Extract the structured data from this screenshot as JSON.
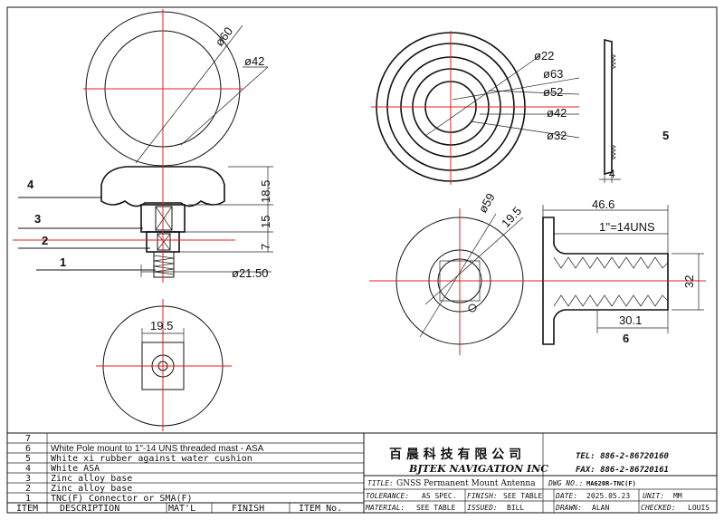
{
  "views": {
    "top_view": {
      "dim_outer": "ø60",
      "dim_inner": "ø42"
    },
    "side_view": {
      "dim_height_top": "18.5",
      "dim_height_mid": "15",
      "dim_height_low": "7",
      "dim_base": "ø21.50"
    },
    "bottom_view": {
      "dim_width": "19.5"
    },
    "rubber_washer": {
      "dim_1": "ø22",
      "dim_2": "ø63",
      "dim_3": "ø52",
      "dim_4": "ø42",
      "dim_5": "ø32"
    },
    "washer_profile": {
      "dim_thickness": "4",
      "callout": "5"
    },
    "base_front": {
      "dim_outer": "ø59",
      "dim_inner": "19.5"
    },
    "mast_side": {
      "dim_length": "46.6",
      "thread": "1''=14UNS",
      "dim_diameter": "32",
      "dim_thread_len": "30.1",
      "callout": "6"
    }
  },
  "callouts": [
    {
      "num": "4"
    },
    {
      "num": "3"
    },
    {
      "num": "2"
    },
    {
      "num": "1"
    }
  ],
  "parts_list": {
    "rows": [
      {
        "item": "7",
        "description": ""
      },
      {
        "item": "6",
        "description": "White Pole mount to 1\"-14 UNS threaded mast - ASA"
      },
      {
        "item": "5",
        "description": "White xi rubber against water cushion"
      },
      {
        "item": "4",
        "description": "White ASA"
      },
      {
        "item": "3",
        "description": "Zinc alloy base"
      },
      {
        "item": "2",
        "description": "Zinc alloy base"
      },
      {
        "item": "1",
        "description": "TNC(F) Connector or SMA(F)"
      }
    ],
    "headers": {
      "item": "ITEM",
      "description": "DESCRIPTION",
      "matl": "MAT'L",
      "finish": "FINISH",
      "item_no": "ITEM No."
    }
  },
  "title_block": {
    "company_cn": "百 晨 科 技 有 限 公 司",
    "company_en": "BJTEK NAVIGATION INC",
    "tel": "TEL: 886-2-86720160",
    "fax": "FAX: 886-2-86720161",
    "title_label": "TITLE:",
    "title": "GNSS Permanent Mount Antenna",
    "dwg_label": "DWG NO.:",
    "dwg_no": "MA620R-TNC(F)",
    "tolerance_label": "TOLERANCE:",
    "tolerance": "AS SPEC.",
    "finish_label": "FINISH:",
    "finish": "SEE TABLE",
    "date_label": "DATE:",
    "date": "2025.05.23",
    "unit_label": "UNIT:",
    "unit": "MM",
    "material_label": "MATERIAL:",
    "material": "SEE TABLE",
    "issued_label": "ISSUED:",
    "issued": "BILL",
    "drawn_label": "DRAWN:",
    "drawn": "ALAN",
    "checked_label": "CHECKED:",
    "checked": "LOUIS"
  }
}
